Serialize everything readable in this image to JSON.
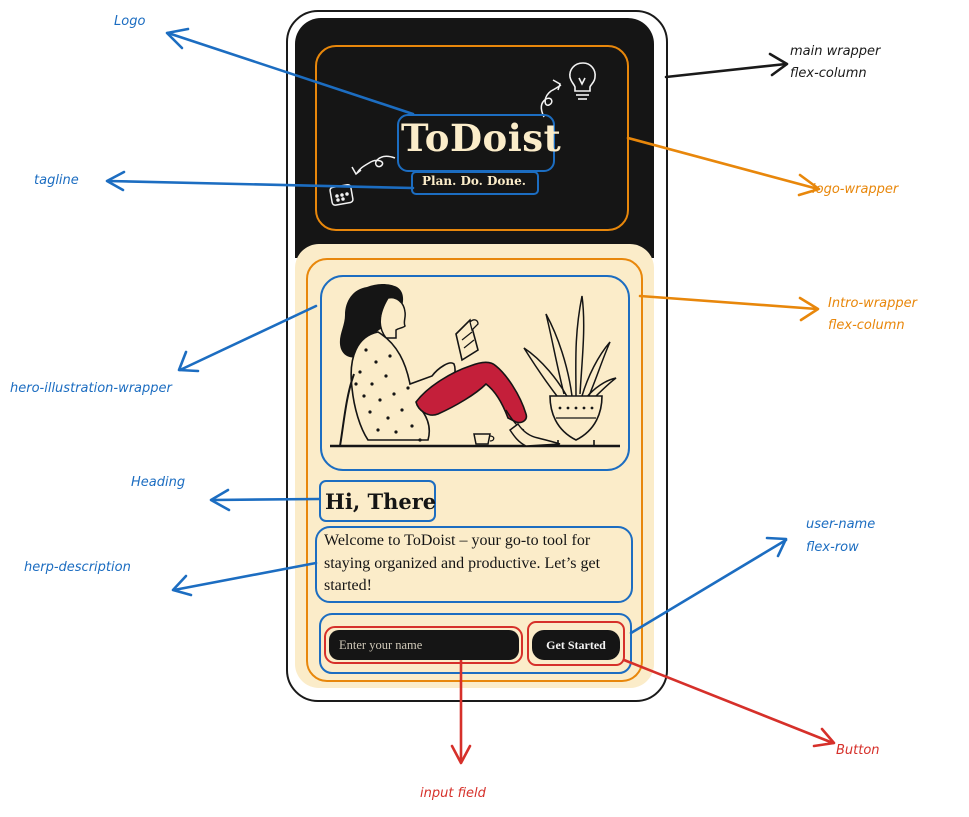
{
  "app": {
    "logo": "ToDoist",
    "tagline": "Plan. Do. Done.",
    "heading": "Hi, There",
    "description": "Welcome to ToDoist – your go-to tool for staying organized and productive. Let’s get started!",
    "input_placeholder": "Enter your name",
    "button_label": "Get Started"
  },
  "annotations": {
    "logo": "Logo",
    "tagline": "tagline",
    "hero_illustration_wrapper": "hero-illustration-wrapper",
    "heading": "Heading",
    "hero_description": "herp-description",
    "main_wrapper_line1": "main wrapper",
    "main_wrapper_line2": "flex-column",
    "logo_wrapper": "logo-wrapper",
    "intro_wrapper_line1": "Intro-wrapper",
    "intro_wrapper_line2": "flex-column",
    "user_name_line1": "user-name",
    "user_name_line2": "flex-row",
    "button": "Button",
    "input_field": "input field"
  },
  "colors": {
    "blue_annotation": "#1c6dc1",
    "orange_annotation": "#e8870b",
    "red_annotation": "#d6302a",
    "dark_bg": "#151515",
    "cream_bg": "#fbecc9",
    "accent_red": "#c41f3a"
  },
  "icons": [
    "lightbulb-icon",
    "calendar-icon",
    "squiggle-arrow-icon"
  ]
}
